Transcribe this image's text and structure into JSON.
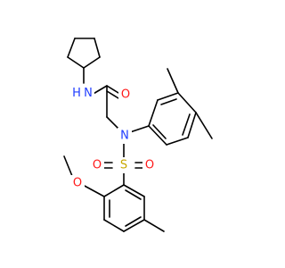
{
  "molecule": {
    "colors": {
      "bond": "#000000",
      "N": "#1f3cff",
      "O": "#ff1a1a",
      "S": "#c8a800",
      "background": "#ffffff"
    },
    "atoms": {
      "nh_amide": {
        "text": "N",
        "sub": "H",
        "element": "N"
      },
      "o_carbonyl": {
        "text": "O",
        "element": "O"
      },
      "n_sulfonamide": {
        "text": "N",
        "element": "N"
      },
      "s_sulfonyl": {
        "text": "S",
        "element": "S"
      },
      "o_sulfonyl_left": {
        "text": "O",
        "element": "O"
      },
      "o_sulfonyl_right": {
        "text": "O",
        "element": "O"
      },
      "o_methoxy": {
        "text": "O",
        "element": "O"
      }
    }
  }
}
